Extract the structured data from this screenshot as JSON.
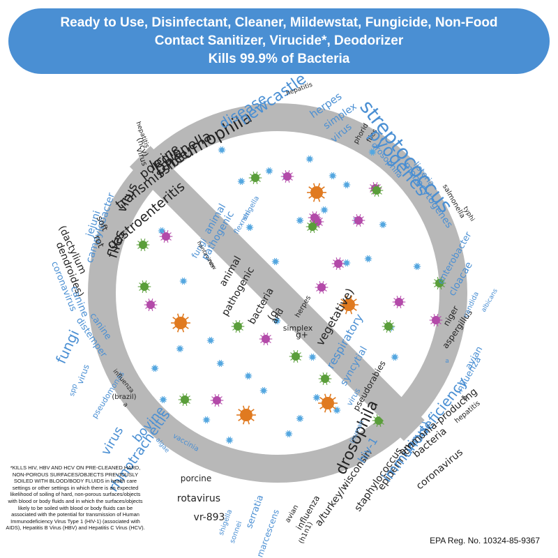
{
  "banner": {
    "line1": "Ready to Use, Disinfectant, Cleaner, Mildewstat, Fungicide, Non-Food",
    "line2": "Contact Sanitizer, Virucide*, Deodorizer",
    "line3": "Kills 99.9% of Bacteria"
  },
  "footnote": "*KILLS HIV, HBV AND HCV ON PRE-CLEANED HARD, NON-POROUS SURFACES/OBJECTS PREVIOUSLY SOILED WITH BLOOD/BODY FLUIDS in health care settings or other settings in which there is an expected likelihood of soiling of hard, non-porous surfaces/objects with blood or body fluids and in which the surfaces/objects likely to be soiled with blood or body fluids can be associated with the potential for transmission of Human Immunodeficiency Virus Type 1 (HIV-1) (associated with AIDS), Hepatitis B Virus (HBV) and Hepatitis C Virus (HCV).",
  "epa": "EPA Reg. No. 10324-85-9367",
  "colors": {
    "banner": "#4a8fd3",
    "ring": "#b8b8b8",
    "ring_text_dark": "#222222",
    "ring_text_blue": "#4a8fd3"
  },
  "words": [
    {
      "t": "legionella",
      "c": "dark"
    },
    {
      "t": "pneumophila",
      "c": "dark"
    },
    {
      "t": "disease",
      "c": "blue"
    },
    {
      "t": "newcastle",
      "c": "blue"
    },
    {
      "t": "hepatitis",
      "c": "dark"
    },
    {
      "t": "herpes",
      "c": "blue"
    },
    {
      "t": "simplex",
      "c": "blue"
    },
    {
      "t": "virus",
      "c": "blue"
    },
    {
      "t": "phorid",
      "c": "dark"
    },
    {
      "t": "flies",
      "c": "dark"
    },
    {
      "t": "streptococcus",
      "c": "blue"
    },
    {
      "t": "pyogenes",
      "c": "blue"
    },
    {
      "t": "drosophila",
      "c": "blue"
    },
    {
      "t": "listeria",
      "c": "blue"
    },
    {
      "t": "monocytogenes",
      "c": "blue"
    },
    {
      "t": "salmonella",
      "c": "dark"
    },
    {
      "t": "typhi",
      "c": "dark"
    },
    {
      "t": "porcine",
      "c": "dark"
    },
    {
      "t": "transmissible",
      "c": "dark"
    },
    {
      "t": "gastroenteritis",
      "c": "dark"
    },
    {
      "t": "hepatitis",
      "c": "dark"
    },
    {
      "t": "(hcv)",
      "c": "dark"
    },
    {
      "t": "virus",
      "c": "dark"
    },
    {
      "t": "campylobacter",
      "c": "blue"
    },
    {
      "t": "jejuni",
      "c": "blue"
    },
    {
      "t": "virus",
      "c": "dark"
    },
    {
      "t": "soft",
      "c": "dark"
    },
    {
      "t": "rot",
      "c": "dark"
    },
    {
      "t": "flies",
      "c": "dark"
    },
    {
      "t": "(dactylium",
      "c": "dark"
    },
    {
      "t": "dendroides)",
      "c": "dark"
    },
    {
      "t": "canine",
      "c": "blue"
    },
    {
      "t": "coronavirus",
      "c": "blue"
    },
    {
      "t": "canine",
      "c": "blue"
    },
    {
      "t": "distemper",
      "c": "blue"
    },
    {
      "t": "fungi",
      "c": "blue"
    },
    {
      "t": "virus",
      "c": "blue"
    },
    {
      "t": "spp",
      "c": "blue"
    },
    {
      "t": "pseudomonas",
      "c": "blue"
    },
    {
      "t": "influenza",
      "c": "dark"
    },
    {
      "t": "a",
      "c": "dark"
    },
    {
      "t": "(brazil)",
      "c": "dark"
    },
    {
      "t": "bovine",
      "c": "blue"
    },
    {
      "t": "rhinotracheitis",
      "c": "blue"
    },
    {
      "t": "virus",
      "c": "blue"
    },
    {
      "t": "algae",
      "c": "blue"
    },
    {
      "t": "vaccinia",
      "c": "blue"
    },
    {
      "t": "porcine",
      "c": "dark"
    },
    {
      "t": "rotavirus",
      "c": "dark"
    },
    {
      "t": "vr-893",
      "c": "dark"
    },
    {
      "t": "shigella",
      "c": "blue"
    },
    {
      "t": "sonnei",
      "c": "blue"
    },
    {
      "t": "serratia",
      "c": "blue"
    },
    {
      "t": "marcescens",
      "c": "blue"
    },
    {
      "t": "avian",
      "c": "dark"
    },
    {
      "t": "influenza",
      "c": "dark"
    },
    {
      "t": "(h1n1)",
      "c": "dark"
    },
    {
      "t": "a/turkey/wisconsin",
      "c": "dark"
    },
    {
      "t": "staphylococcus",
      "c": "dark"
    },
    {
      "t": "epidermidis",
      "c": "dark"
    },
    {
      "t": "virus)",
      "c": "blue"
    },
    {
      "t": "immunodeficiency",
      "c": "blue"
    },
    {
      "t": "bacteria",
      "c": "dark"
    },
    {
      "t": "coronavirus",
      "c": "dark"
    },
    {
      "t": "ammonia-producing",
      "c": "dark"
    },
    {
      "t": "hepatitis",
      "c": "dark"
    },
    {
      "t": "b",
      "c": "dark"
    },
    {
      "t": "influenza",
      "c": "blue"
    },
    {
      "t": "avian",
      "c": "blue"
    },
    {
      "t": "niger",
      "c": "dark"
    },
    {
      "t": "aspergillus",
      "c": "dark"
    },
    {
      "t": "albicans",
      "c": "blue"
    },
    {
      "t": "candida",
      "c": "blue"
    },
    {
      "t": "cloacae",
      "c": "blue"
    },
    {
      "t": "enterobacter",
      "c": "blue"
    },
    {
      "t": "a",
      "c": "blue"
    },
    {
      "t": "animal",
      "c": "blue"
    },
    {
      "t": "pathogenic",
      "c": "blue"
    },
    {
      "t": "fungi",
      "c": "blue"
    },
    {
      "t": "shigella",
      "c": "blue"
    },
    {
      "t": "flexneri",
      "c": "blue"
    },
    {
      "t": "animal",
      "c": "dark"
    },
    {
      "t": "pathogenic",
      "c": "dark"
    },
    {
      "t": "bacteria",
      "c": "dark"
    },
    {
      "t": "(g-",
      "c": "dark"
    },
    {
      "t": "and",
      "c": "dark"
    },
    {
      "t": "herpes",
      "c": "dark"
    },
    {
      "t": "simplex",
      "c": "dark"
    },
    {
      "t": "g+",
      "c": "dark"
    },
    {
      "t": "vegetative)",
      "c": "dark"
    },
    {
      "t": "respiratory",
      "c": "blue"
    },
    {
      "t": "syncytial",
      "c": "blue"
    },
    {
      "t": "virus",
      "c": "blue"
    },
    {
      "t": "pseudorabies",
      "c": "dark"
    },
    {
      "t": "drosophila",
      "c": "dark"
    },
    {
      "t": "hiv-1",
      "c": "blue"
    },
    {
      "t": "(human",
      "c": "blue"
    },
    {
      "t": "hantavirus",
      "c": "dark"
    },
    {
      "t": "new",
      "c": "dark"
    },
    {
      "t": "(flu/bmu)",
      "c": "dark"
    }
  ]
}
